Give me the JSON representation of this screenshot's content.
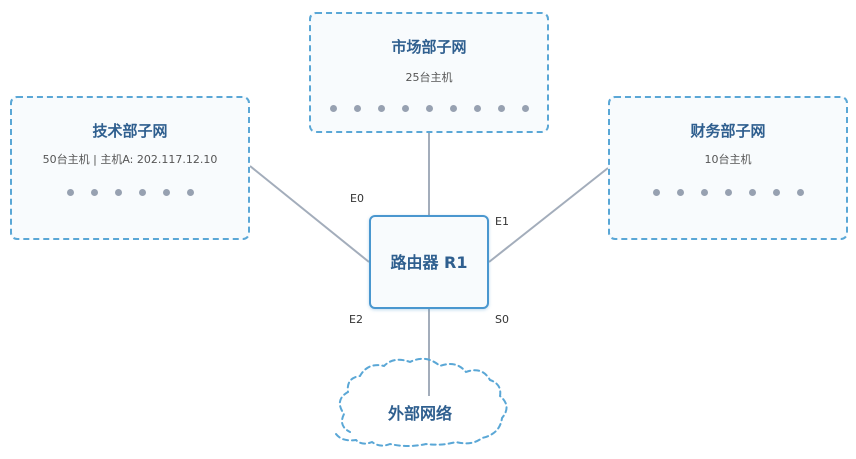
{
  "subnets": {
    "market": {
      "title": "市场部子网",
      "desc": "25台主机",
      "host_count": 9
    },
    "tech": {
      "title": "技术部子网",
      "desc": "50台主机 | 主机A: 202.117.12.10",
      "host_count": 6
    },
    "finance": {
      "title": "财务部子网",
      "desc": "10台主机",
      "host_count": 7
    }
  },
  "router": {
    "label": "路由器 R1"
  },
  "ports": {
    "e0": "E0",
    "e1": "E1",
    "e2": "E2",
    "s0": "S0"
  },
  "external": {
    "label": "外部网络"
  },
  "colors": {
    "subnet_border": "#5aa7d6",
    "router_border": "#4a97cf",
    "title_text": "#2f5f8f",
    "link_line": "#a3adbb",
    "host_dot": "#97a1b1"
  }
}
